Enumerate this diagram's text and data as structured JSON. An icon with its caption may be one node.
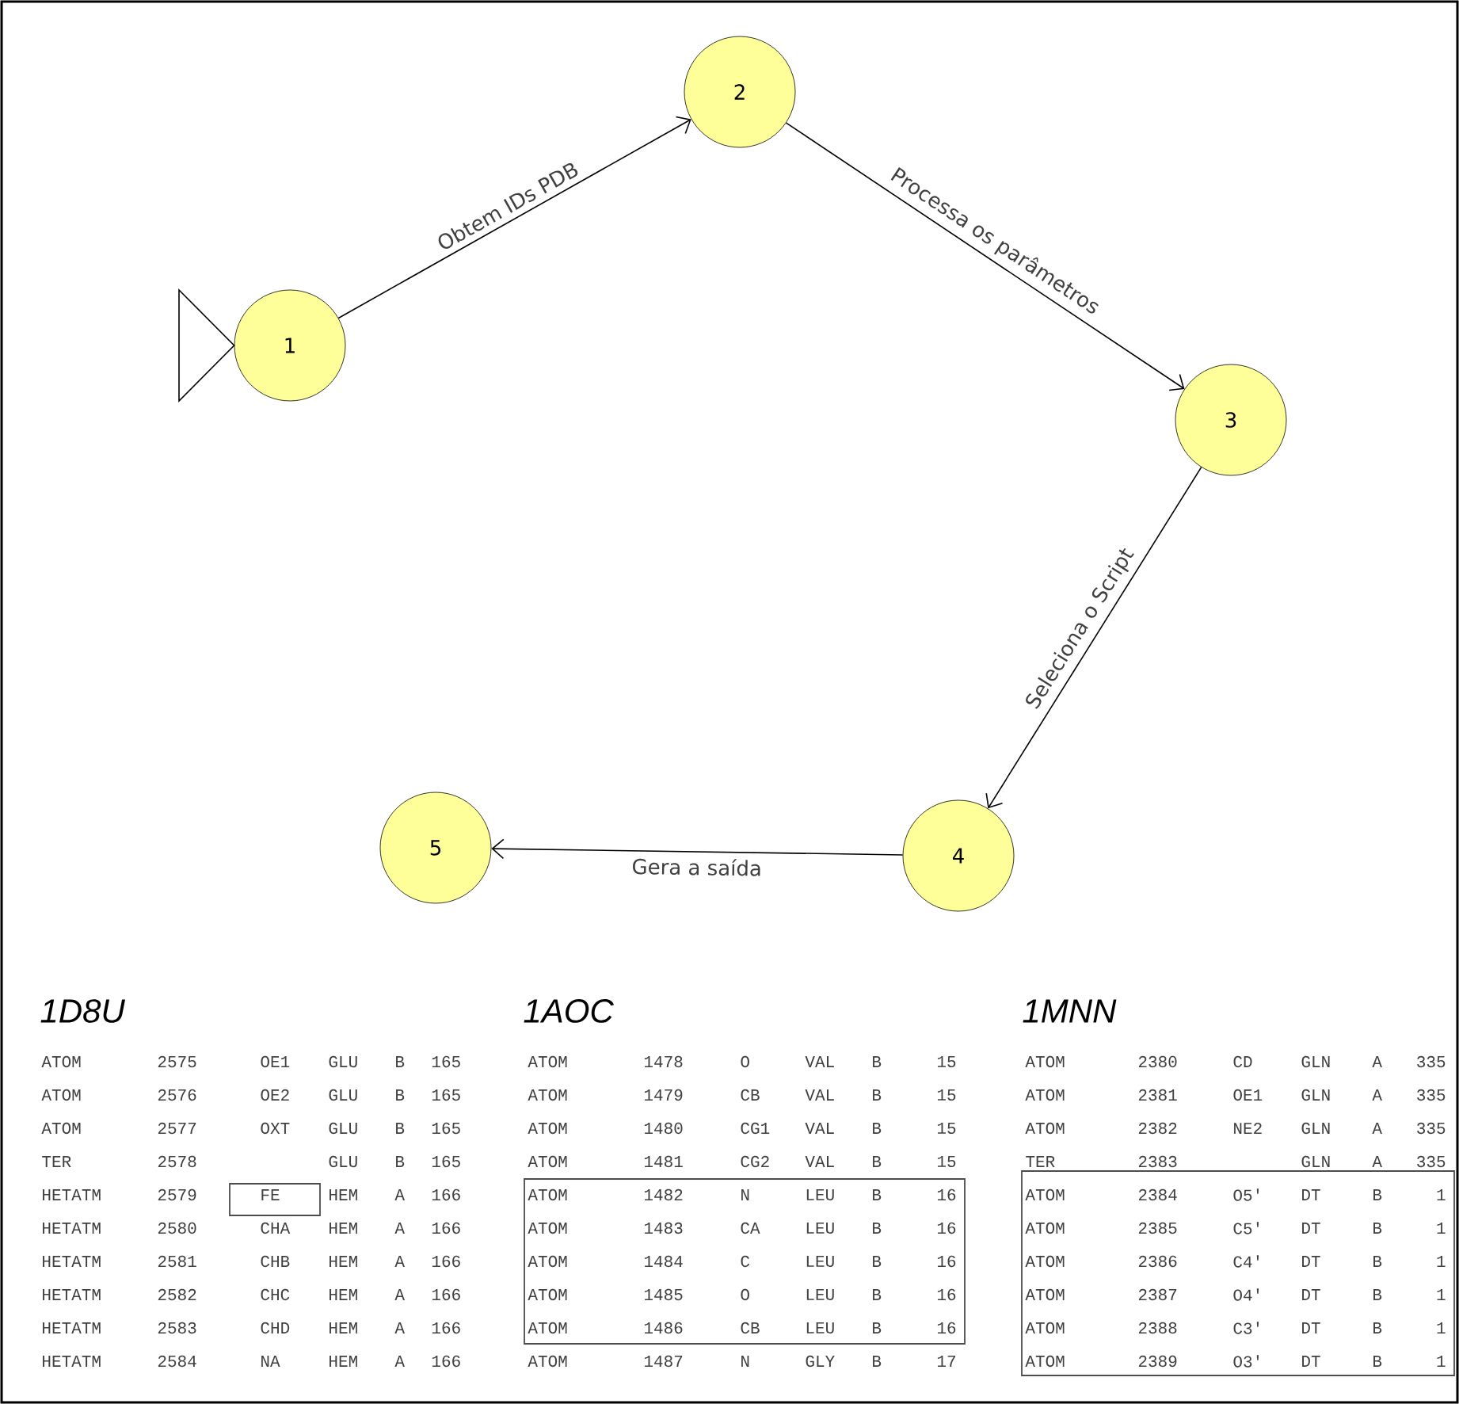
{
  "diagram": {
    "nodes": [
      {
        "text": [
          "1"
        ]
      },
      {
        "text": [
          "2"
        ]
      },
      {
        "text": [
          "3"
        ]
      },
      {
        "text": [
          "4"
        ]
      },
      {
        "text": [
          "5"
        ]
      }
    ],
    "edges": [
      {
        "from": null,
        "to": 0,
        "arrow": "to"
      },
      {
        "from": 0,
        "to": 1,
        "arrow": "to",
        "label": "Obtem IDs PDB"
      },
      {
        "from": 1,
        "to": 2,
        "arrow": "to",
        "label": "Processa os parâmetros"
      },
      {
        "from": 2,
        "to": 3,
        "arrow": "to",
        "label": "Seleciona o Script"
      },
      {
        "from": 3,
        "to": 4,
        "arrow": "to",
        "label": "Gera a saída"
      }
    ],
    "labels": [
      "1D8U",
      "ATOM",
      "2575",
      "OE1",
      "GLU",
      "B",
      "165",
      "ATOM",
      "2576",
      "OE2",
      "GLU",
      "B",
      "165",
      "ATOM",
      "2577",
      "OXT",
      "GLU",
      "B",
      "165",
      "TER",
      "2578",
      "GLU",
      "B",
      "165",
      "HETATM",
      "2579",
      "FE",
      "HEM",
      "A",
      "166",
      "HETATM",
      "2580",
      "CHA",
      "HEM",
      "A",
      "166",
      "HETATM",
      "2581",
      "CHB",
      "HEM",
      "A",
      "166",
      "HETATM",
      "2582",
      "CHC",
      "HEM",
      "A",
      "166",
      "HETATM",
      "2583",
      "CHD",
      "HEM",
      "A",
      "166",
      "HETATM",
      "2584",
      "NA",
      "HEM",
      "A",
      "166",
      "1AOC",
      "ATOM",
      "1478",
      "O",
      "VAL",
      "B",
      "15",
      "ATOM",
      "1479",
      "CB",
      "VAL",
      "B",
      "15",
      "ATOM",
      "1480",
      "CG1",
      "VAL",
      "B",
      "15",
      "ATOM",
      "1481",
      "CG2",
      "VAL",
      "B",
      "15",
      "ATOM",
      "1482",
      "N",
      "LEU",
      "B",
      "16",
      "ATOM",
      "1483",
      "CA",
      "LEU",
      "B",
      "16",
      "ATOM",
      "1484",
      "C",
      "LEU",
      "B",
      "16",
      "ATOM",
      "1485",
      "O",
      "LEU",
      "B",
      "16",
      "ATOM",
      "1486",
      "CB",
      "LEU",
      "B",
      "16",
      "ATOM",
      "1487",
      "N",
      "GLY",
      "B",
      "17",
      "1MNN",
      "ATOM",
      "2380",
      "CD",
      "GLN",
      "A",
      "335",
      "ATOM",
      "2381",
      "OE1",
      "GLN",
      "A",
      "335",
      "ATOM",
      "2382",
      "NE2",
      "GLN",
      "A",
      "335",
      "TER",
      "2383",
      "GLN",
      "A",
      "335",
      "ATOM",
      "2384",
      "O5'",
      "DT",
      "B",
      "1",
      "ATOM",
      "2385",
      "C5'",
      "DT",
      "B",
      "1",
      "ATOM",
      "2386",
      "C4'",
      "DT",
      "B",
      "1",
      "ATOM",
      "2387",
      "O4'",
      "DT",
      "B",
      "1",
      "ATOM",
      "2388",
      "C3'",
      "DT",
      "B",
      "1",
      "ATOM",
      "2389",
      "O3'",
      "DT",
      "B",
      "1"
    ]
  }
}
